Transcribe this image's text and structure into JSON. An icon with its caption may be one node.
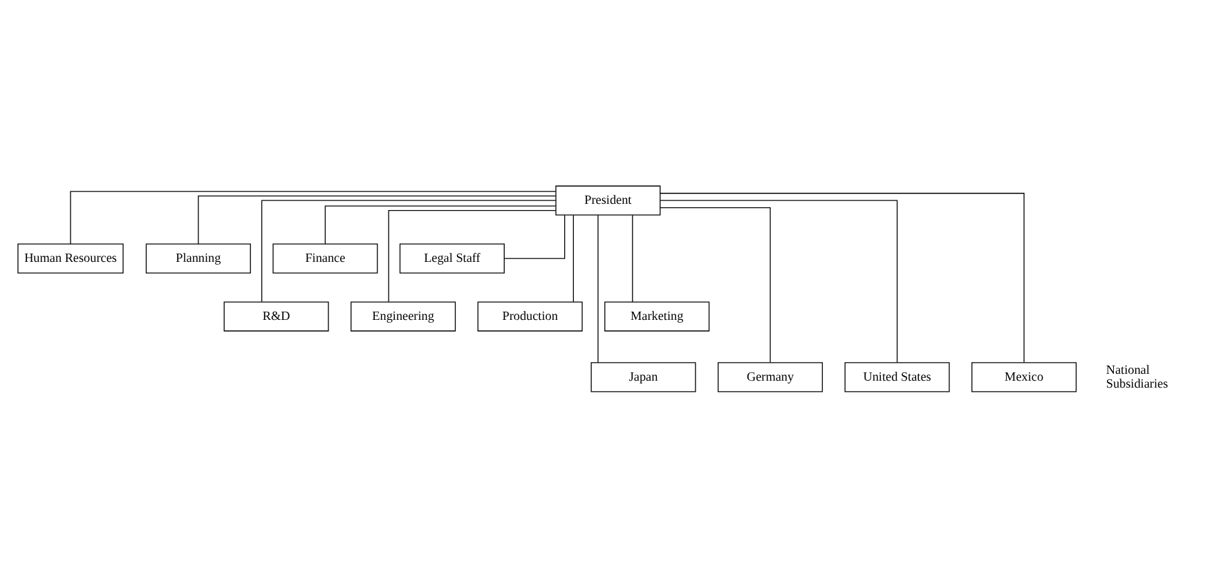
{
  "diagram": {
    "nodes": [
      {
        "text": [
          "President"
        ]
      },
      {
        "text": [
          "Human Resources"
        ]
      },
      {
        "text": [
          "Planning"
        ]
      },
      {
        "text": [
          "Finance"
        ]
      },
      {
        "text": [
          "Legal Staff"
        ]
      },
      {
        "text": [
          "R&D"
        ]
      },
      {
        "text": [
          "Engineering"
        ]
      },
      {
        "text": [
          "Production"
        ]
      },
      {
        "text": [
          "Marketing"
        ]
      },
      {
        "text": [
          "Japan"
        ]
      },
      {
        "text": [
          "Germany"
        ]
      },
      {
        "text": [
          "United States"
        ]
      },
      {
        "text": [
          "Mexico"
        ]
      }
    ],
    "edges": [
      {
        "from": 0,
        "to": 1,
        "arrow": "none"
      },
      {
        "from": 0,
        "to": 2,
        "arrow": "none"
      },
      {
        "from": 0,
        "to": 3,
        "arrow": "none"
      },
      {
        "from": 0,
        "to": 4,
        "arrow": "none"
      },
      {
        "from": 0,
        "to": 5,
        "arrow": "none"
      },
      {
        "from": 0,
        "to": 6,
        "arrow": "none"
      },
      {
        "from": 0,
        "to": 7,
        "arrow": "none"
      },
      {
        "from": 0,
        "to": 8,
        "arrow": "none"
      },
      {
        "from": 0,
        "to": 9,
        "arrow": "none"
      },
      {
        "from": 0,
        "to": 10,
        "arrow": "none"
      },
      {
        "from": 0,
        "to": 11,
        "arrow": "none"
      },
      {
        "from": 0,
        "to": 12,
        "arrow": "none"
      }
    ],
    "labels": [
      "National Subsidiaries"
    ]
  }
}
